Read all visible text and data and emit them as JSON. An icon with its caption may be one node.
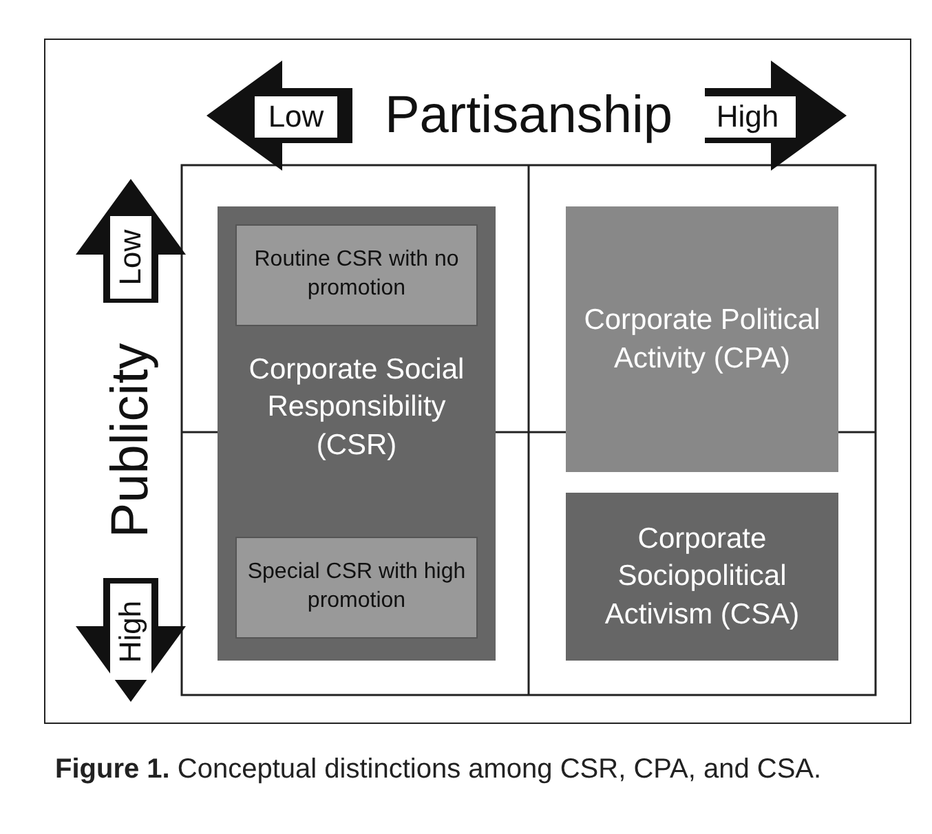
{
  "diagram": {
    "caption": "**Figure 1.** Conceptual distinctions among CSR, CPA, and CSA.",
    "nodes": [
      {
        "text": [
          "Corporate Social Responsibility (CSR)"
        ]
      },
      {
        "text": [
          "Routine CSR with no promotion"
        ],
        "in": 0
      },
      {
        "text": [
          "Special CSR with high promotion"
        ],
        "in": 0
      },
      {
        "text": [
          "Corporate Political Activity (CPA)"
        ]
      },
      {
        "text": [
          "Corporate Sociopolitical Activism (CSA)"
        ]
      }
    ],
    "edges": [],
    "labels": [
      "Low",
      "Partisanship",
      "High",
      "Low",
      "Publicity",
      "High"
    ]
  }
}
